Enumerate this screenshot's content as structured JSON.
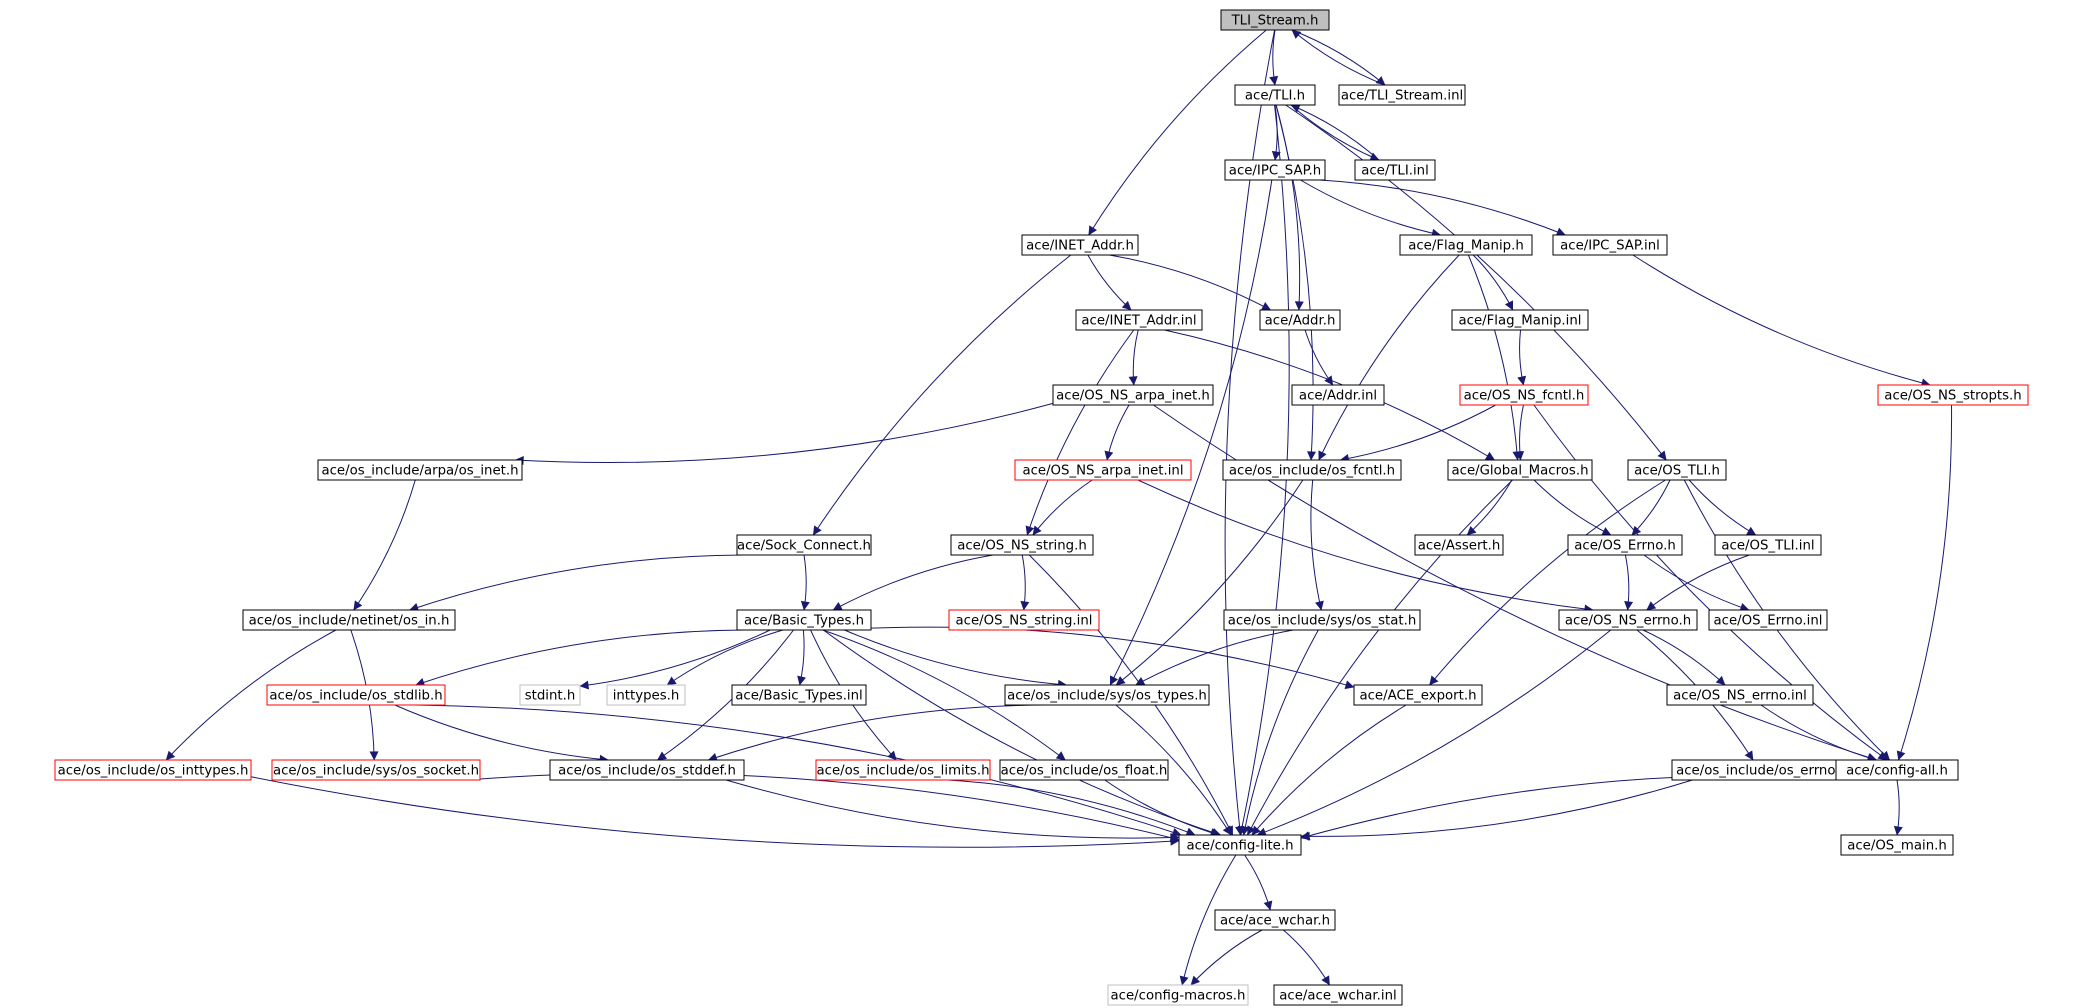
{
  "graph": {
    "nodes": [
      {
        "id": "tli_stream_h",
        "label": "TLI_Stream.h",
        "style": "root"
      },
      {
        "id": "tli_h",
        "label": "ace/TLI.h",
        "style": "normal"
      },
      {
        "id": "tli_stream_inl",
        "label": "ace/TLI_Stream.inl",
        "style": "normal"
      },
      {
        "id": "ipc_sap_h",
        "label": "ace/IPC_SAP.h",
        "style": "normal"
      },
      {
        "id": "tli_inl",
        "label": "ace/TLI.inl",
        "style": "normal"
      },
      {
        "id": "inet_addr_h",
        "label": "ace/INET_Addr.h",
        "style": "normal"
      },
      {
        "id": "flag_manip_h",
        "label": "ace/Flag_Manip.h",
        "style": "normal"
      },
      {
        "id": "ipc_sap_inl",
        "label": "ace/IPC_SAP.inl",
        "style": "normal"
      },
      {
        "id": "inet_addr_inl",
        "label": "ace/INET_Addr.inl",
        "style": "normal"
      },
      {
        "id": "addr_h",
        "label": "ace/Addr.h",
        "style": "normal"
      },
      {
        "id": "flag_manip_inl",
        "label": "ace/Flag_Manip.inl",
        "style": "normal"
      },
      {
        "id": "os_ns_arpa_inet_h",
        "label": "ace/OS_NS_arpa_inet.h",
        "style": "normal"
      },
      {
        "id": "addr_inl",
        "label": "ace/Addr.inl",
        "style": "normal"
      },
      {
        "id": "os_ns_fcntl_h",
        "label": "ace/OS_NS_fcntl.h",
        "style": "truncated"
      },
      {
        "id": "os_ns_stropts_h",
        "label": "ace/OS_NS_stropts.h",
        "style": "truncated"
      },
      {
        "id": "os_include_arpa_os_inet_h",
        "label": "ace/os_include/arpa/os_inet.h",
        "style": "normal"
      },
      {
        "id": "os_ns_arpa_inet_inl",
        "label": "ace/OS_NS_arpa_inet.inl",
        "style": "truncated"
      },
      {
        "id": "os_include_os_fcntl_h",
        "label": "ace/os_include/os_fcntl.h",
        "style": "normal"
      },
      {
        "id": "global_macros_h",
        "label": "ace/Global_Macros.h",
        "style": "normal"
      },
      {
        "id": "os_tli_h",
        "label": "ace/OS_TLI.h",
        "style": "normal"
      },
      {
        "id": "sock_connect_h",
        "label": "ace/Sock_Connect.h",
        "style": "normal"
      },
      {
        "id": "os_ns_string_h",
        "label": "ace/OS_NS_string.h",
        "style": "normal"
      },
      {
        "id": "assert_h",
        "label": "ace/Assert.h",
        "style": "normal"
      },
      {
        "id": "os_errno_h",
        "label": "ace/OS_Errno.h",
        "style": "normal"
      },
      {
        "id": "os_tli_inl",
        "label": "ace/OS_TLI.inl",
        "style": "normal"
      },
      {
        "id": "os_include_netinet_os_in_h",
        "label": "ace/os_include/netinet/os_in.h",
        "style": "normal"
      },
      {
        "id": "basic_types_h",
        "label": "ace/Basic_Types.h",
        "style": "normal"
      },
      {
        "id": "os_ns_string_inl",
        "label": "ace/OS_NS_string.inl",
        "style": "truncated"
      },
      {
        "id": "os_include_sys_os_stat_h",
        "label": "ace/os_include/sys/os_stat.h",
        "style": "normal"
      },
      {
        "id": "os_ns_errno_h",
        "label": "ace/OS_NS_errno.h",
        "style": "normal"
      },
      {
        "id": "os_errno_inl",
        "label": "ace/OS_Errno.inl",
        "style": "normal"
      },
      {
        "id": "os_include_os_stdlib_h",
        "label": "ace/os_include/os_stdlib.h",
        "style": "truncated"
      },
      {
        "id": "stdint_h",
        "label": "stdint.h",
        "style": "external"
      },
      {
        "id": "inttypes_h",
        "label": "inttypes.h",
        "style": "external"
      },
      {
        "id": "basic_types_inl",
        "label": "ace/Basic_Types.inl",
        "style": "normal"
      },
      {
        "id": "os_include_sys_os_types_h",
        "label": "ace/os_include/sys/os_types.h",
        "style": "normal"
      },
      {
        "id": "ace_export_h",
        "label": "ace/ACE_export.h",
        "style": "normal"
      },
      {
        "id": "os_ns_errno_inl",
        "label": "ace/OS_NS_errno.inl",
        "style": "normal"
      },
      {
        "id": "os_include_os_inttypes_h",
        "label": "ace/os_include/os_inttypes.h",
        "style": "truncated"
      },
      {
        "id": "os_include_sys_os_socket_h",
        "label": "ace/os_include/sys/os_socket.h",
        "style": "truncated"
      },
      {
        "id": "os_include_os_stddef_h",
        "label": "ace/os_include/os_stddef.h",
        "style": "normal"
      },
      {
        "id": "os_include_os_limits_h",
        "label": "ace/os_include/os_limits.h",
        "style": "truncated"
      },
      {
        "id": "os_include_os_float_h",
        "label": "ace/os_include/os_float.h",
        "style": "normal"
      },
      {
        "id": "os_include_os_errno_h",
        "label": "ace/os_include/os_errno.h",
        "style": "normal"
      },
      {
        "id": "config_all_h",
        "label": "ace/config-all.h",
        "style": "normal"
      },
      {
        "id": "config_lite_h",
        "label": "ace/config-lite.h",
        "style": "normal"
      },
      {
        "id": "os_main_h",
        "label": "ace/OS_main.h",
        "style": "normal"
      },
      {
        "id": "ace_wchar_h",
        "label": "ace/ace_wchar.h",
        "style": "normal"
      },
      {
        "id": "config_macros_h",
        "label": "ace/config-macros.h",
        "style": "external"
      },
      {
        "id": "ace_wchar_inl",
        "label": "ace/ace_wchar.inl",
        "style": "normal"
      }
    ],
    "edges": [
      [
        "tli_stream_h",
        "tli_h"
      ],
      [
        "tli_stream_h",
        "tli_stream_inl"
      ],
      [
        "tli_stream_inl",
        "tli_stream_h"
      ],
      [
        "tli_stream_h",
        "inet_addr_h"
      ],
      [
        "tli_stream_h",
        "config_lite_h"
      ],
      [
        "tli_h",
        "ipc_sap_h"
      ],
      [
        "tli_h",
        "tli_inl"
      ],
      [
        "tli_inl",
        "tli_h"
      ],
      [
        "tli_h",
        "addr_h"
      ],
      [
        "tli_h",
        "os_include_os_fcntl_h"
      ],
      [
        "tli_h",
        "os_tli_h"
      ],
      [
        "tli_h",
        "config_lite_h"
      ],
      [
        "ipc_sap_h",
        "flag_manip_h"
      ],
      [
        "ipc_sap_h",
        "ipc_sap_inl"
      ],
      [
        "ipc_sap_h",
        "os_include_sys_os_types_h"
      ],
      [
        "inet_addr_h",
        "inet_addr_inl"
      ],
      [
        "inet_addr_h",
        "addr_h"
      ],
      [
        "inet_addr_h",
        "sock_connect_h"
      ],
      [
        "flag_manip_h",
        "flag_manip_inl"
      ],
      [
        "flag_manip_h",
        "os_include_os_fcntl_h"
      ],
      [
        "flag_manip_h",
        "global_macros_h"
      ],
      [
        "ipc_sap_inl",
        "os_ns_stropts_h"
      ],
      [
        "inet_addr_inl",
        "os_ns_arpa_inet_h"
      ],
      [
        "inet_addr_inl",
        "os_ns_string_h"
      ],
      [
        "inet_addr_inl",
        "global_macros_h"
      ],
      [
        "addr_h",
        "addr_inl"
      ],
      [
        "flag_manip_inl",
        "os_ns_fcntl_h"
      ],
      [
        "os_ns_fcntl_h",
        "os_include_os_fcntl_h"
      ],
      [
        "os_ns_fcntl_h",
        "global_macros_h"
      ],
      [
        "os_ns_fcntl_h",
        "config_all_h"
      ],
      [
        "os_ns_stropts_h",
        "config_all_h"
      ],
      [
        "os_ns_arpa_inet_h",
        "os_include_arpa_os_inet_h"
      ],
      [
        "os_ns_arpa_inet_h",
        "os_ns_arpa_inet_inl"
      ],
      [
        "os_ns_arpa_inet_h",
        "config_all_h"
      ],
      [
        "os_include_arpa_os_inet_h",
        "os_include_netinet_os_in_h"
      ],
      [
        "os_ns_arpa_inet_inl",
        "os_ns_string_h"
      ],
      [
        "os_ns_arpa_inet_inl",
        "os_ns_errno_h"
      ],
      [
        "os_include_os_fcntl_h",
        "os_include_sys_os_types_h"
      ],
      [
        "os_include_os_fcntl_h",
        "os_include_sys_os_stat_h"
      ],
      [
        "global_macros_h",
        "assert_h"
      ],
      [
        "global_macros_h",
        "os_errno_h"
      ],
      [
        "global_macros_h",
        "config_lite_h"
      ],
      [
        "os_tli_h",
        "os_errno_h"
      ],
      [
        "os_tli_h",
        "os_tli_inl"
      ],
      [
        "os_tli_h",
        "ace_export_h"
      ],
      [
        "os_tli_h",
        "config_all_h"
      ],
      [
        "sock_connect_h",
        "basic_types_h"
      ],
      [
        "sock_connect_h",
        "os_include_netinet_os_in_h"
      ],
      [
        "os_ns_string_h",
        "basic_types_h"
      ],
      [
        "os_ns_string_h",
        "os_ns_string_inl"
      ],
      [
        "os_ns_string_h",
        "config_lite_h"
      ],
      [
        "os_errno_h",
        "os_ns_errno_h"
      ],
      [
        "os_errno_h",
        "os_errno_inl"
      ],
      [
        "os_tli_inl",
        "os_ns_errno_h"
      ],
      [
        "os_include_netinet_os_in_h",
        "os_include_os_inttypes_h"
      ],
      [
        "os_include_netinet_os_in_h",
        "os_include_sys_os_socket_h"
      ],
      [
        "basic_types_h",
        "os_include_os_stdlib_h"
      ],
      [
        "basic_types_h",
        "stdint_h"
      ],
      [
        "basic_types_h",
        "inttypes_h"
      ],
      [
        "basic_types_h",
        "basic_types_inl"
      ],
      [
        "basic_types_h",
        "os_include_sys_os_types_h"
      ],
      [
        "basic_types_h",
        "ace_export_h"
      ],
      [
        "basic_types_h",
        "os_include_os_stddef_h"
      ],
      [
        "basic_types_h",
        "os_include_os_limits_h"
      ],
      [
        "basic_types_h",
        "os_include_os_float_h"
      ],
      [
        "basic_types_h",
        "config_lite_h"
      ],
      [
        "os_include_sys_os_stat_h",
        "os_include_sys_os_types_h"
      ],
      [
        "os_include_sys_os_stat_h",
        "config_lite_h"
      ],
      [
        "os_ns_errno_h",
        "os_ns_errno_inl"
      ],
      [
        "os_ns_errno_h",
        "os_include_os_errno_h"
      ],
      [
        "os_ns_errno_h",
        "config_lite_h"
      ],
      [
        "os_include_os_stdlib_h",
        "os_include_os_stddef_h"
      ],
      [
        "os_include_os_stdlib_h",
        "config_lite_h"
      ],
      [
        "os_include_sys_os_types_h",
        "os_include_os_stddef_h"
      ],
      [
        "os_include_sys_os_types_h",
        "config_lite_h"
      ],
      [
        "ace_export_h",
        "config_lite_h"
      ],
      [
        "os_ns_errno_inl",
        "config_all_h"
      ],
      [
        "os_include_os_inttypes_h",
        "config_lite_h"
      ],
      [
        "os_include_sys_os_socket_h",
        "config_lite_h"
      ],
      [
        "os_include_os_stddef_h",
        "config_lite_h"
      ],
      [
        "os_include_os_limits_h",
        "config_lite_h"
      ],
      [
        "os_include_os_float_h",
        "config_lite_h"
      ],
      [
        "os_include_os_errno_h",
        "config_lite_h"
      ],
      [
        "config_all_h",
        "config_lite_h"
      ],
      [
        "config_all_h",
        "os_main_h"
      ],
      [
        "config_lite_h",
        "ace_wchar_h"
      ],
      [
        "config_lite_h",
        "config_macros_h"
      ],
      [
        "ace_wchar_h",
        "config_macros_h"
      ],
      [
        "ace_wchar_h",
        "ace_wchar_inl"
      ]
    ]
  },
  "colors": {
    "edge": "#191970",
    "box_border": "#000000",
    "truncated_border": "#ff0000",
    "external_border": "#bfbfbf",
    "root_fill": "#bfbfbf",
    "text": "#000000"
  }
}
